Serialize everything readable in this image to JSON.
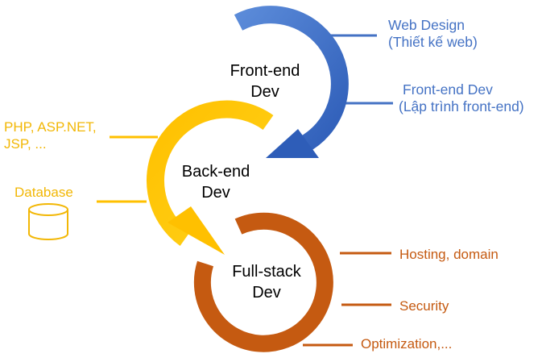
{
  "colors": {
    "front_end": "#4472c4",
    "back_end": "#ffc000",
    "full_stack": "#c55a11",
    "back_end_text": "#f2b705"
  },
  "front_end": {
    "title_line1": "Front-end",
    "title_line2": "Dev",
    "items": [
      {
        "line1": "Web Design",
        "line2": "(Thiết kế web)"
      },
      {
        "line1": "Front-end Dev",
        "line2": "(Lập trình front-end)"
      }
    ]
  },
  "back_end": {
    "title_line1": "Back-end",
    "title_line2": "Dev",
    "items": [
      {
        "line1": "PHP, ASP.NET,",
        "line2": "JSP, ..."
      },
      {
        "line1": "Database",
        "icon": "database-icon"
      }
    ]
  },
  "full_stack": {
    "title_line1": "Full-stack",
    "title_line2": "Dev",
    "items": [
      {
        "label": "Hosting, domain"
      },
      {
        "label": "Security"
      },
      {
        "label": "Optimization,..."
      }
    ]
  }
}
